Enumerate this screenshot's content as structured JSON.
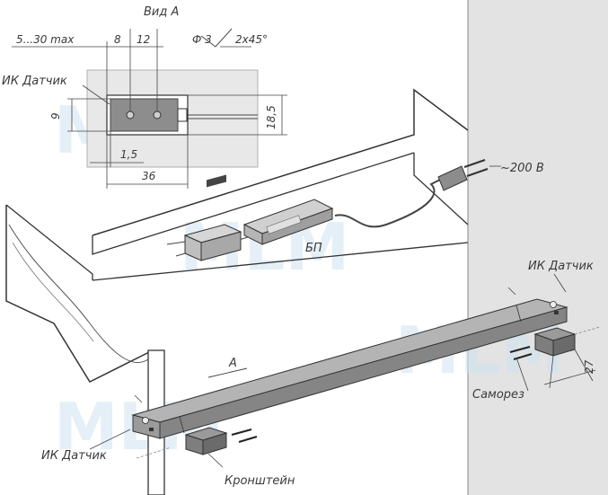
{
  "view_title": "Вид А",
  "dimensions": {
    "range": "5...30 max",
    "d8": "8",
    "d12": "12",
    "diameter": "Ф 3",
    "chamfer": "2x45°",
    "d9": "9",
    "d18_5": "18,5",
    "d1_5": "1,5",
    "d36": "36",
    "d27": "27"
  },
  "labels": {
    "ir_sensor_detail": "ИК Датчик",
    "ir_sensor_right": "ИК Датчик",
    "ir_sensor_left": "ИК Датчик",
    "power_supply": "БП",
    "voltage": "~200 В",
    "view_marker": "А",
    "screw": "Саморез",
    "bracket": "Кронштейн"
  },
  "watermark": "MLM",
  "colors": {
    "line": "#3a3a3a",
    "wall": "#e3e3e3",
    "profile": "#9a9a9a",
    "watermark": "#cfe3f1"
  }
}
